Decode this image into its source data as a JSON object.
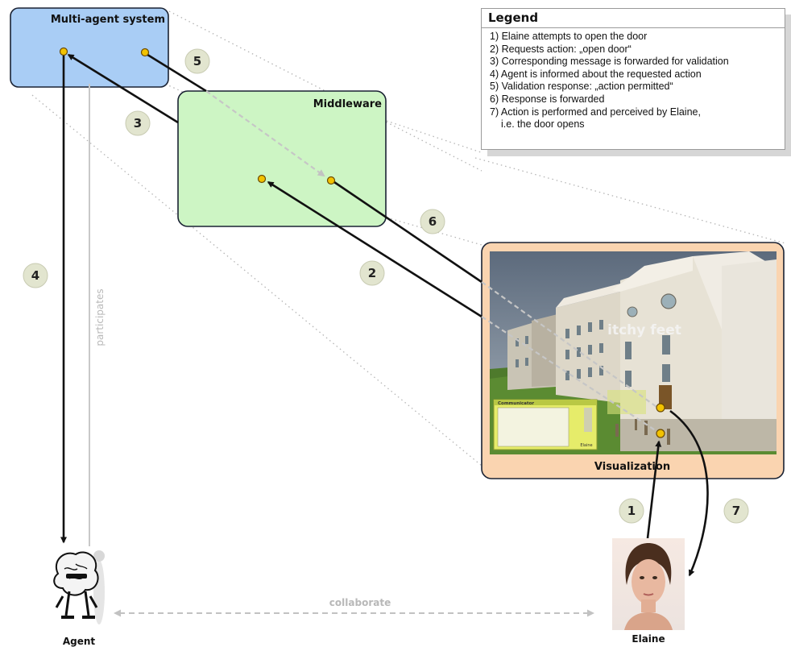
{
  "boxes": {
    "multi_agent": "Multi-agent system",
    "middleware": "Middleware",
    "visualization": "Visualization"
  },
  "scene_text": "itchy feet",
  "communicator_title": "Communicator",
  "communicator_name": "Elaine",
  "labels": {
    "agent": "Agent",
    "elaine": "Elaine",
    "participates": "participates",
    "collaborate": "collaborate"
  },
  "steps": [
    "1",
    "2",
    "3",
    "4",
    "5",
    "6",
    "7"
  ],
  "legend": {
    "title": "Legend",
    "items": [
      "1) Elaine attempts to open the door",
      "2) Requests action: „open door“",
      "3) Corresponding message is forwarded for validation",
      "4) Agent is informed about the requested action",
      "5) Validation response: „action permitted“",
      "6) Response is forwarded",
      "7) Action is performed and perceived by Elaine,"
    ],
    "item7_cont": "i.e. the door opens"
  },
  "colors": {
    "multi_agent_fill": "#a9cdf5",
    "middleware_fill": "#cdf5c4",
    "visualization_fill": "#fad4b0",
    "dot": "#f2c200",
    "number_circle": "#e2e5cf"
  }
}
